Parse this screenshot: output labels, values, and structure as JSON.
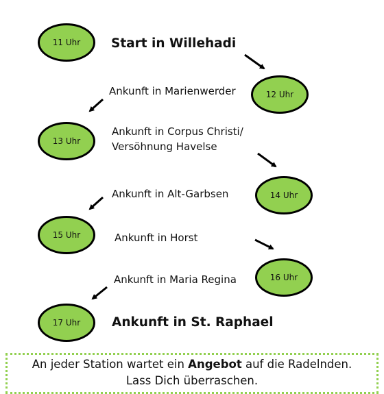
{
  "stations": [
    {
      "time": "11 Uhr",
      "label": "Start in Willehadi"
    },
    {
      "time": "12 Uhr",
      "label": "Ankunft in Marienwerder"
    },
    {
      "time": "13 Uhr",
      "label_line1": "Ankunft in Corpus Christi/",
      "label_line2": "Versöhnung Havelse"
    },
    {
      "time": "14 Uhr",
      "label": "Ankunft in Alt-Garbsen"
    },
    {
      "time": "15 Uhr",
      "label": "Ankunft in Horst"
    },
    {
      "time": "16 Uhr",
      "label": "Ankunft in Maria Regina"
    },
    {
      "time": "17 Uhr",
      "label": "Ankunft in St. Raphael"
    }
  ],
  "footer": {
    "line1_before": "An jeder Station wartet ein ",
    "line1_bold": "Angebot",
    "line1_after": " auf die Radelnden.",
    "line2": "Lass Dich überraschen."
  },
  "colors": {
    "node_fill": "#92d050",
    "node_border": "#000000",
    "footer_border": "#92d050"
  }
}
